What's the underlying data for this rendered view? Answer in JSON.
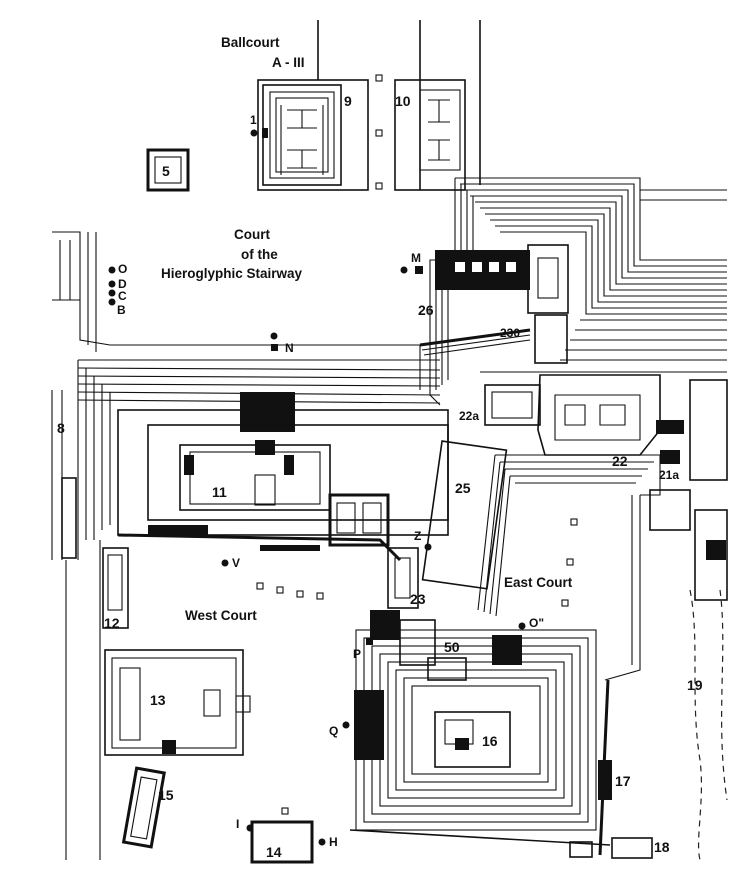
{
  "map": {
    "courts": {
      "ballcourt": [
        "Ballcourt",
        "A - III"
      ],
      "hieroglyphic": [
        "Court",
        "of   the",
        "Hieroglyphic  Stairway"
      ],
      "east": "East Court",
      "west": "West Court"
    },
    "structures": [
      "5",
      "8",
      "9",
      "10",
      "11",
      "12",
      "13",
      "14",
      "15",
      "16",
      "17",
      "18",
      "19",
      "21a",
      "22",
      "22a",
      "23",
      "25",
      "26",
      "230",
      "50"
    ],
    "stelae": [
      "1",
      "O",
      "D",
      "C",
      "B",
      "M",
      "N",
      "V",
      "Z",
      "P",
      "Q",
      "I",
      "H",
      "O\""
    ]
  }
}
